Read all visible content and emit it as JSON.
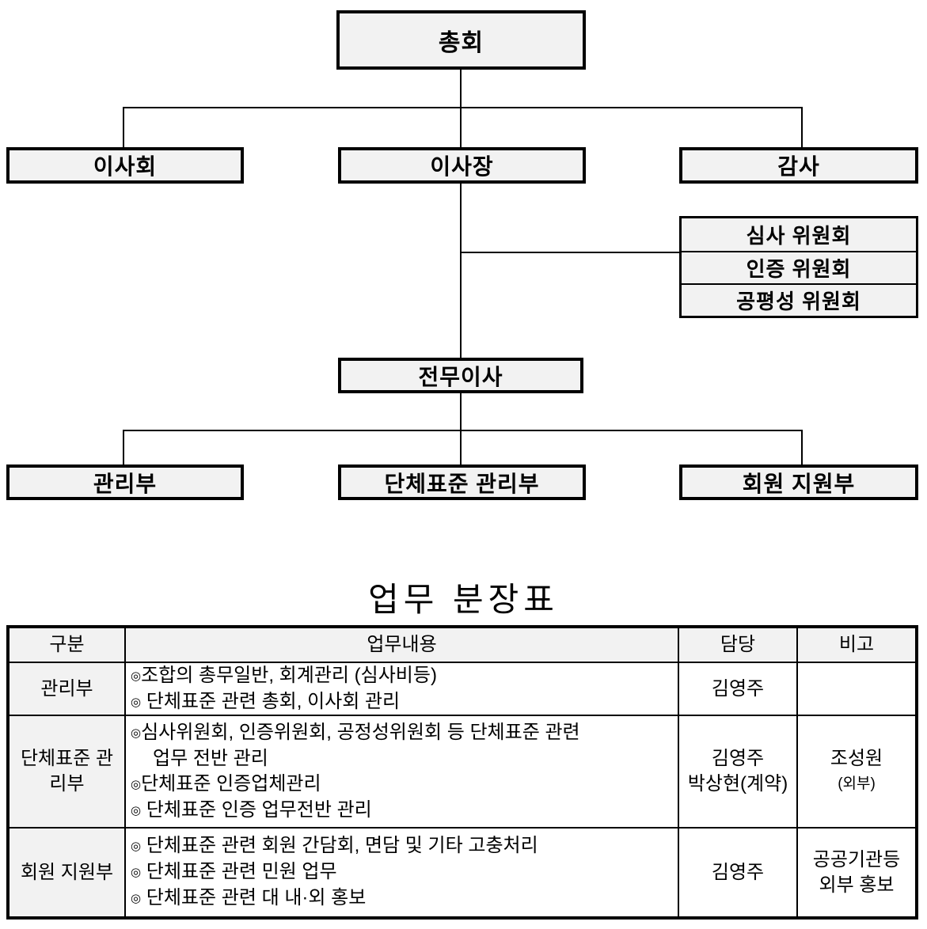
{
  "colors": {
    "box_fill": "#f2f2f2",
    "line": "#000000",
    "background": "#ffffff"
  },
  "org_chart": {
    "general_assembly": "총회",
    "board": "이사회",
    "chairman": "이사장",
    "auditor": "감사",
    "committees": [
      "심사 위원회",
      "인증 위원회",
      "공평성 위원회"
    ],
    "executive_director": "전무이사",
    "departments": [
      "관리부",
      "단체표준 관리부",
      "회원 지원부"
    ]
  },
  "duty_table": {
    "title": "업무 분장표",
    "headers": [
      "구분",
      "업무내용",
      "담당",
      "비고"
    ],
    "rows": [
      {
        "category": "관리부",
        "duties": [
          {
            "b": "◎",
            "t": "조합의 총무일반, 회계관리 (심사비등)"
          },
          {
            "b": "◎",
            "t": " 단체표준 관련 총회, 이사회 관리"
          }
        ],
        "managers": [
          "김영주"
        ],
        "notes": []
      },
      {
        "category": "단체표준 관리부",
        "duties": [
          {
            "b": "◎",
            "t": "심사위원회, 인증위원회, 공정성위원회 등 단체표준 관련"
          },
          {
            "b": "",
            "t": "업무 전반 관리"
          },
          {
            "b": "◎",
            "t": "단체표준 인증업체관리"
          },
          {
            "b": "◎",
            "t": " 단체표준 인증 업무전반 관리"
          }
        ],
        "managers": [
          "김영주",
          "박상현(계약)"
        ],
        "notes": [
          "조성원",
          "(외부)"
        ]
      },
      {
        "category": "회원 지원부",
        "duties": [
          {
            "b": "◎",
            "t": " 단체표준 관련 회원 간담회, 면담 및 기타 고충처리"
          },
          {
            "b": "◎",
            "t": " 단체표준 관련 민원 업무"
          },
          {
            "b": "◎",
            "t": " 단체표준 관련 대 내·외 홍보"
          }
        ],
        "managers": [
          "김영주"
        ],
        "notes": [
          "공공기관등",
          "외부 홍보"
        ]
      }
    ]
  }
}
